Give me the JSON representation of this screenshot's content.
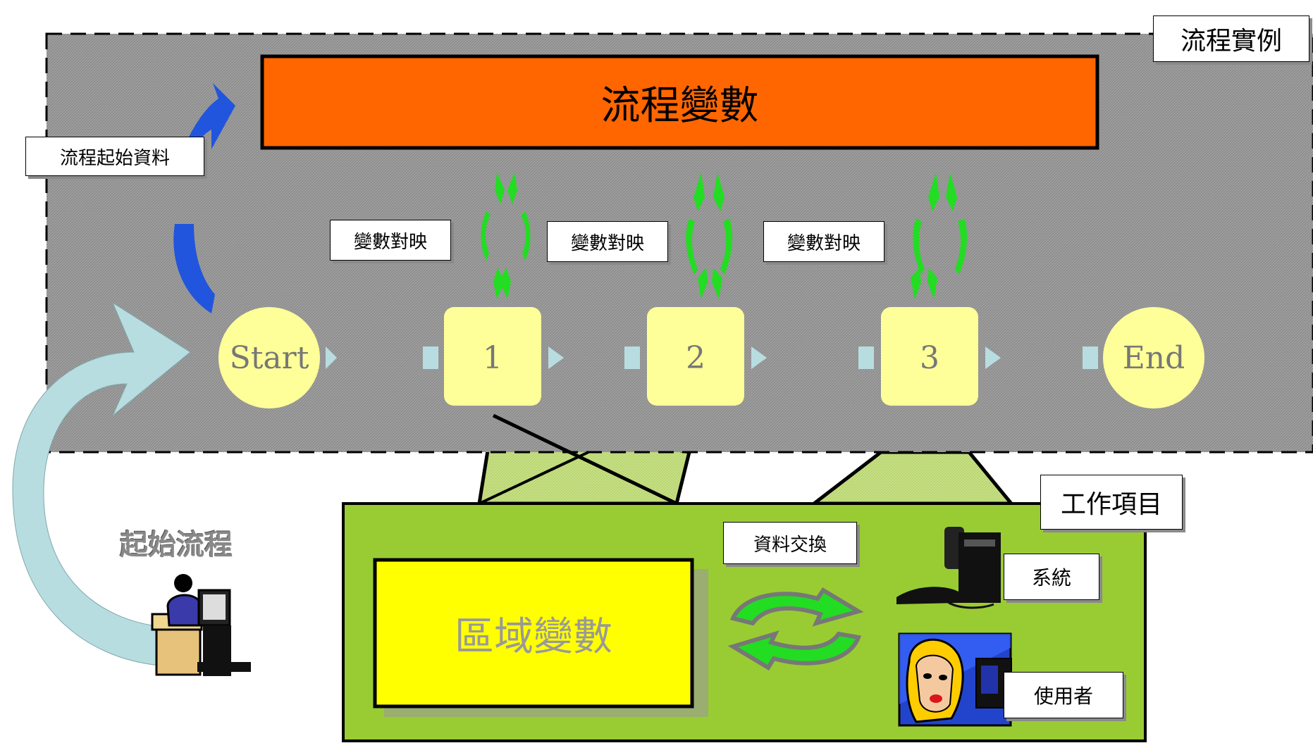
{
  "colors": {
    "process_bg": "#8c8c8c",
    "process_var_fill": "#ff6600",
    "node_fill": "#ffff99",
    "work_area": "#99cc33",
    "local_var_fill": "#ffff00",
    "green_arrow": "#22dd22",
    "blue_arrow": "#2255dd",
    "pale_arrow": "#b8dde0"
  },
  "process_instance_label": "流程實例",
  "process_variable": "流程變數",
  "process_initial_data": "流程起始資料",
  "variable_mappings": [
    "變數對映",
    "變數對映",
    "變數對映"
  ],
  "nodes": {
    "start": "Start",
    "step1": "1",
    "step2": "2",
    "step3": "3",
    "end": "End"
  },
  "start_process": "起始流程",
  "work_item_label": "工作項目",
  "data_exchange": "資料交換",
  "local_variable": "區域變數",
  "system": "系統",
  "user": "使用者",
  "icons": [
    "person-at-computer-icon",
    "telephone-icon",
    "woman-at-monitor-icon",
    "cycle-arrows-icon"
  ]
}
